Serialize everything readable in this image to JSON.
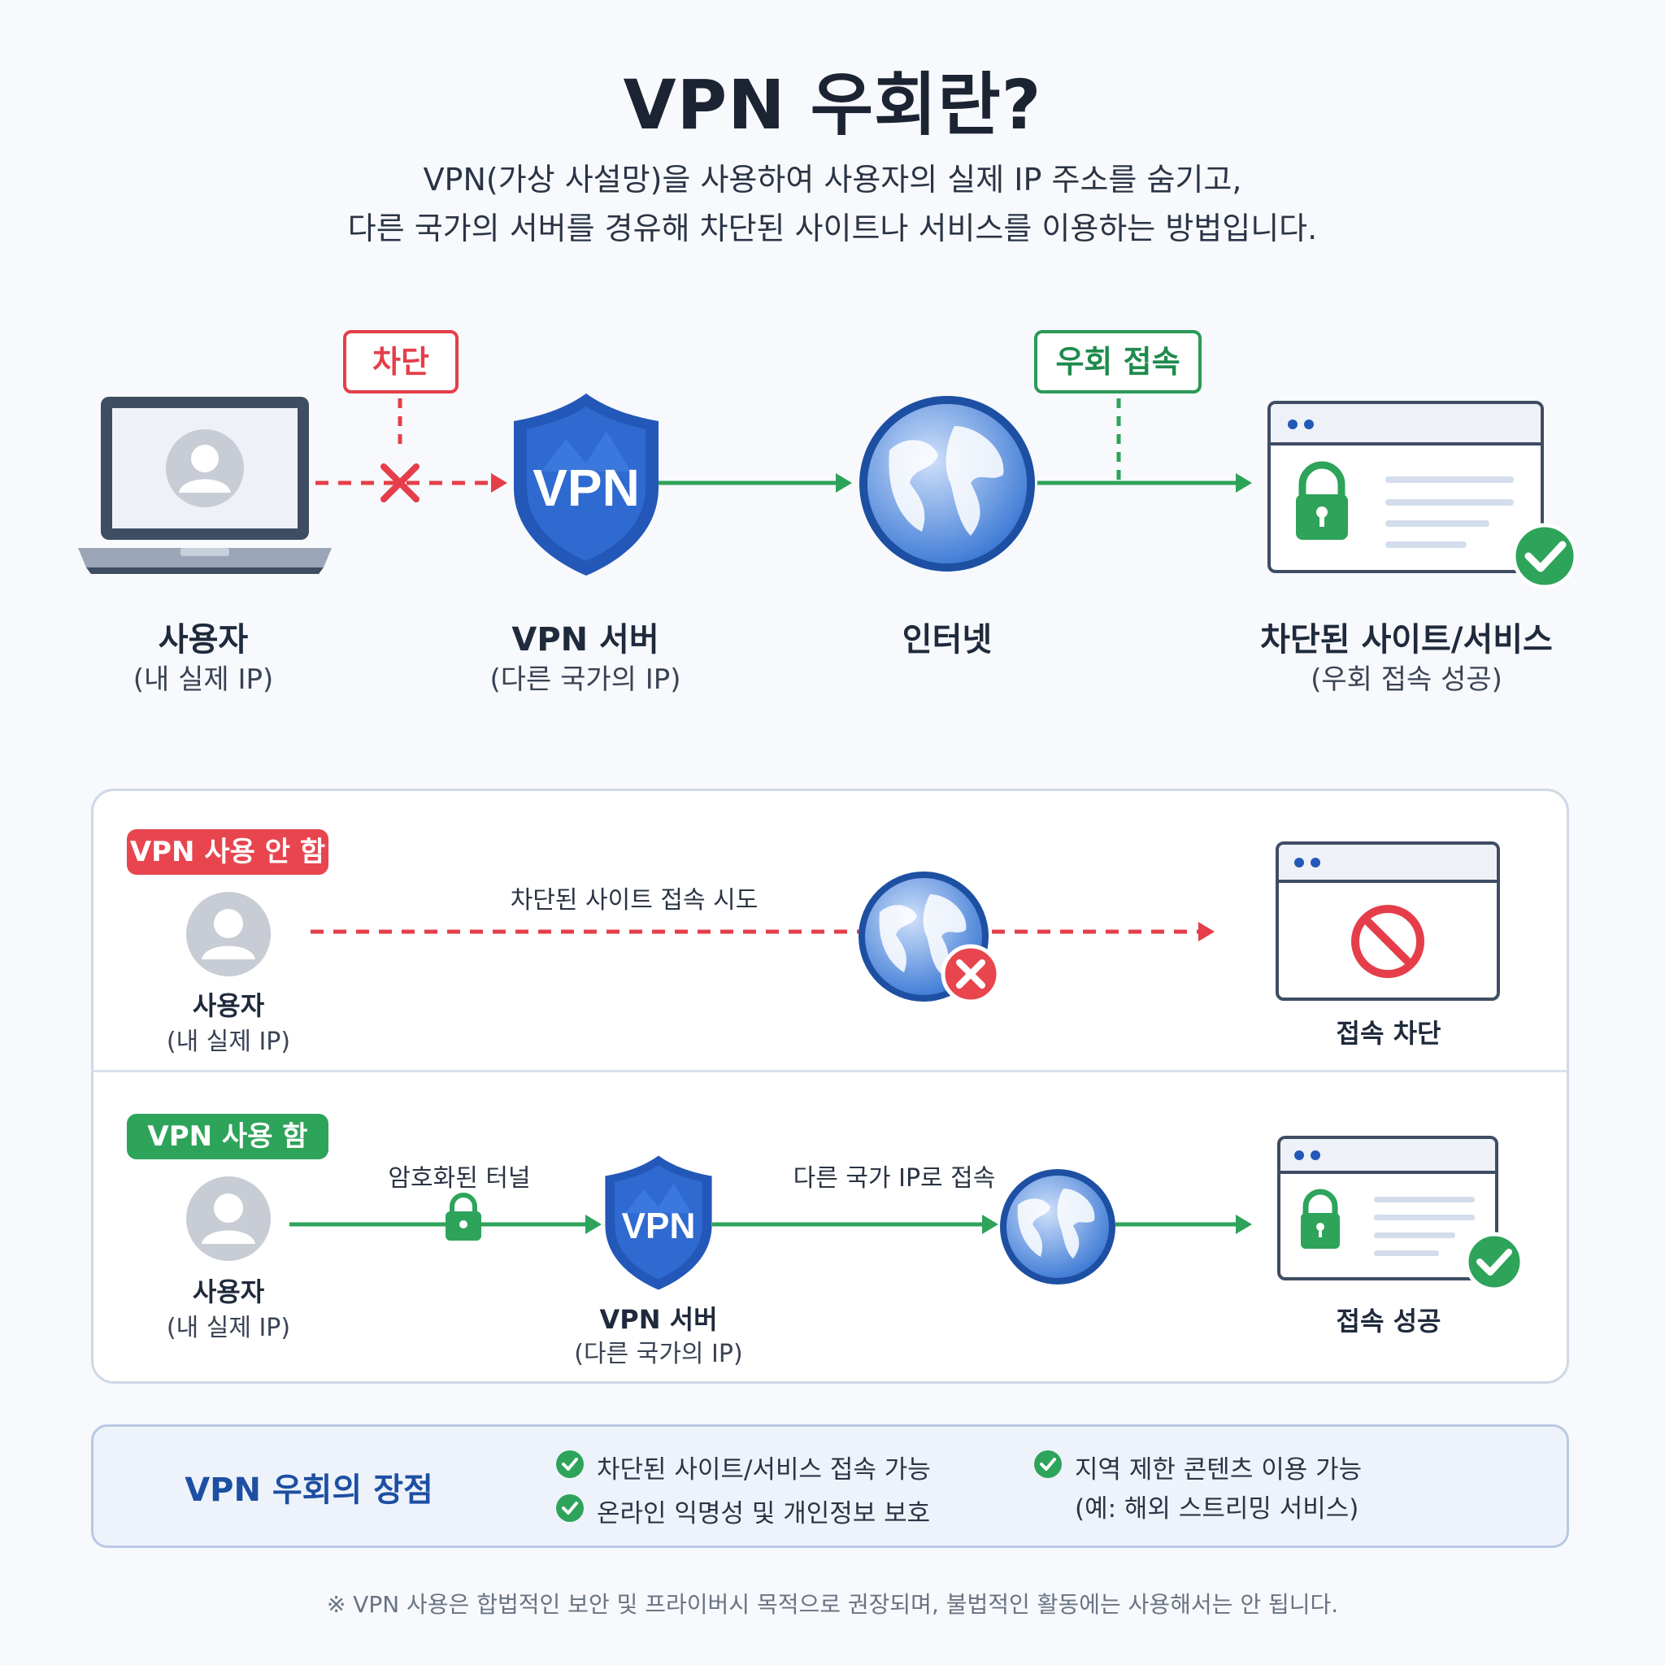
{
  "title": "VPN 우회란?",
  "subtitle": [
    "VPN(가상 사설망)을 사용하여 사용자의 실제 IP 주소를 숨기고,",
    "다른 국가의 서버를 경유해 차단된 사이트나 서비스를 이용하는 방법입니다."
  ],
  "top_flow": {
    "blocked_tag": "차단",
    "bypass_tag": "우회 접속",
    "vpn_badge": "VPN",
    "nodes": [
      {
        "label": "사용자",
        "sub": "(내 실제 IP)"
      },
      {
        "label": "VPN 서버",
        "sub": "(다른 국가의 IP)"
      },
      {
        "label": "인터넷",
        "sub": ""
      },
      {
        "label": "차단된 사이트/서비스",
        "sub": "(우회 접속 성공)"
      }
    ]
  },
  "comparison": {
    "no_vpn": {
      "pill": "VPN 사용 안 함",
      "user_label": "사용자",
      "user_sub": "(내 실제 IP)",
      "attempt_text": "차단된 사이트 접속 시도",
      "result": "접속 차단"
    },
    "with_vpn": {
      "pill": "VPN 사용 함",
      "user_label": "사용자",
      "user_sub": "(내 실제 IP)",
      "tunnel_text": "암호화된 터널",
      "vpn_badge": "VPN",
      "vpn_label": "VPN 서버",
      "vpn_sub": "(다른 국가의 IP)",
      "foreign_ip_text": "다른 국가 IP로 접속",
      "result": "접속 성공"
    }
  },
  "benefits": {
    "title": "VPN 우회의 장점",
    "items": [
      "차단된 사이트/서비스 접속 가능",
      "온라인 익명성 및 개인정보 보호",
      "지역 제한 콘텐츠 이용 가능"
    ],
    "item3_note": "(예: 해외 스트리밍 서비스)"
  },
  "footnote": "※ VPN 사용은 합법적인 보안 및 프라이버시 목적으로 권장되며, 불법적인 활동에는 사용해서는 안 됩니다.",
  "colors": {
    "blocked": "#e53e4a",
    "success": "#2ea35a",
    "vpn_blue": "#1d4fa3",
    "globe_blue": "#3a78d4"
  },
  "icons": [
    "user-icon",
    "laptop-icon",
    "vpn-shield-icon",
    "globe-icon",
    "browser-window-icon",
    "lock-icon",
    "check-icon",
    "x-icon",
    "prohibited-icon"
  ]
}
